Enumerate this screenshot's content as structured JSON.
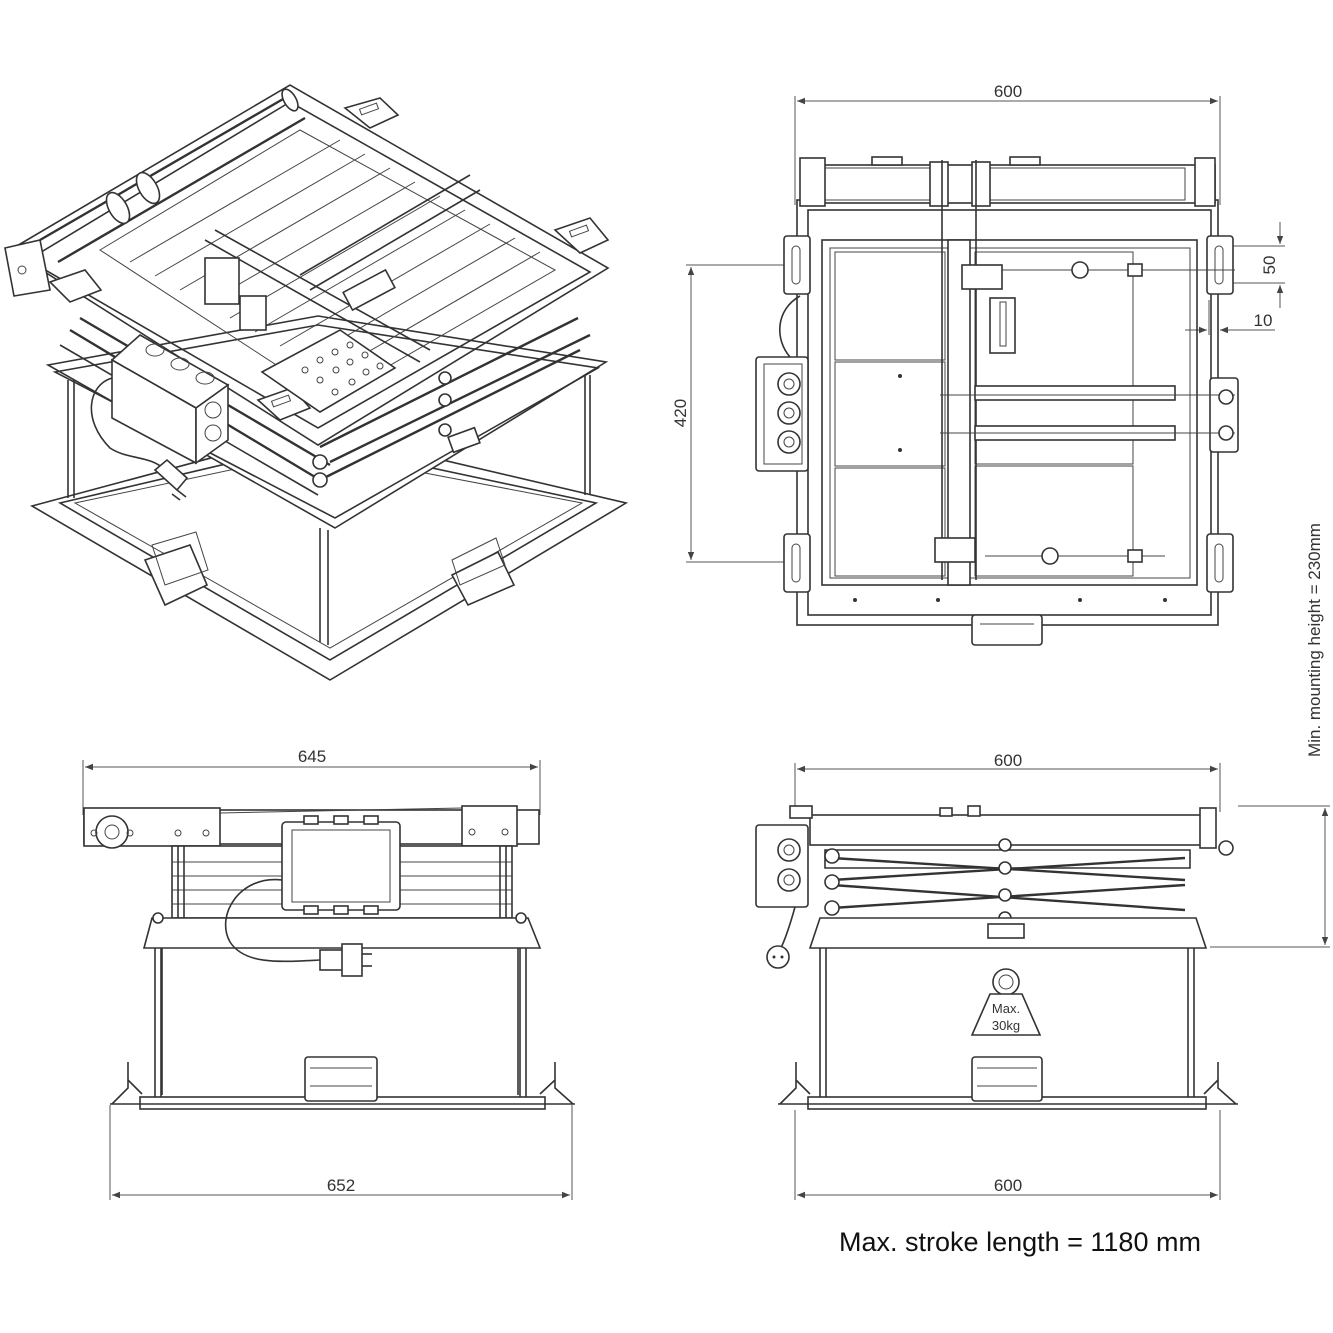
{
  "dimensions": {
    "top_width": "600",
    "top_depth": "420",
    "top_slot_offset": "50",
    "top_slot_gap": "10",
    "front_top_width": "645",
    "front_bottom_width": "652",
    "side_top_width": "600",
    "side_bottom_width": "600",
    "min_mounting_height": "Min. mounting height = 230mm"
  },
  "load": {
    "line1": "Max.",
    "line2": "30kg"
  },
  "stroke_note": "Max. stroke length = 1180 mm",
  "colors": {
    "line": "#333333",
    "background": "#ffffff"
  }
}
